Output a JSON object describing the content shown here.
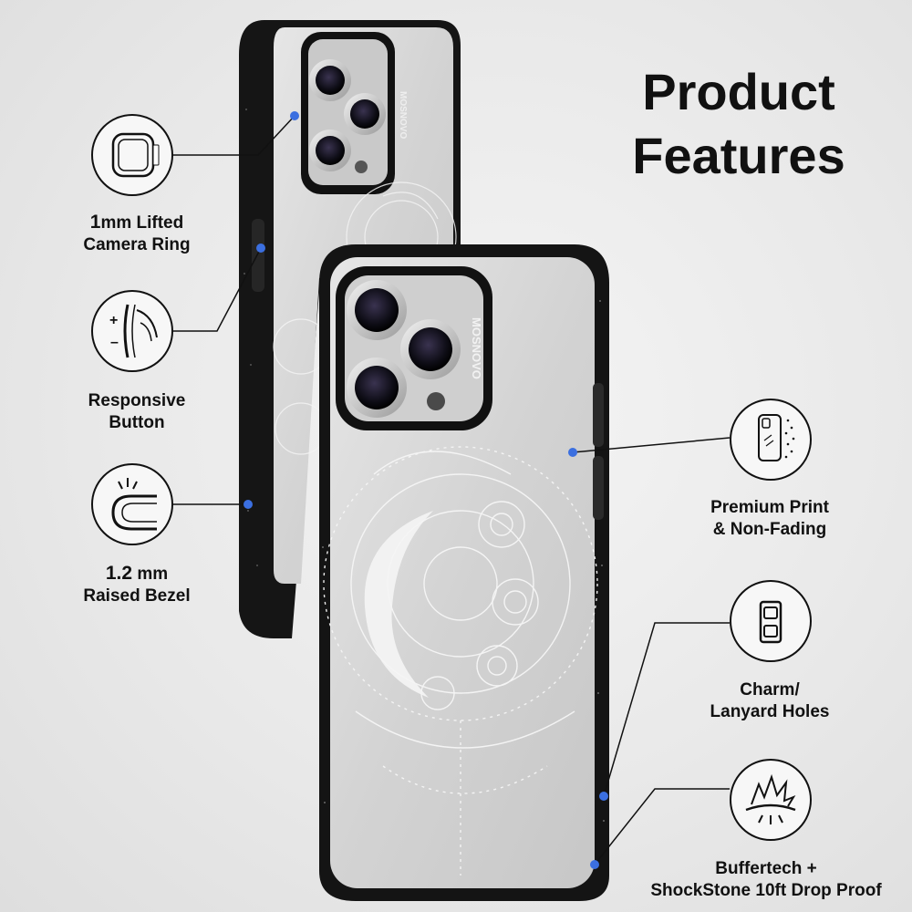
{
  "title": {
    "line1": "Product",
    "line2": "Features"
  },
  "brand": {
    "logo_text": "MOSNOVO"
  },
  "features_left": [
    {
      "icon": "camera-ring-icon",
      "line1_num": "1",
      "line1_rest": "mm Lifted",
      "line2": "Camera Ring"
    },
    {
      "icon": "responsive-button-icon",
      "line1": "Responsive",
      "line2": "Button"
    },
    {
      "icon": "raised-bezel-icon",
      "line1_num": "1.2",
      "line1_rest": " mm",
      "line2": "Raised Bezel"
    }
  ],
  "features_right": [
    {
      "icon": "premium-print-icon",
      "line1": "Premium Print",
      "line2": "& Non-Fading"
    },
    {
      "icon": "lanyard-holes-icon",
      "line1": "Charm/",
      "line2": "Lanyard Holes"
    },
    {
      "icon": "drop-proof-icon",
      "line1": "Buffertech +",
      "line2": "ShockStone 10ft Drop Proof"
    }
  ],
  "colors": {
    "accent_dot": "#3b6fe0",
    "case_frame": "#1a1a1a",
    "case_back": "#d9d9d9"
  }
}
